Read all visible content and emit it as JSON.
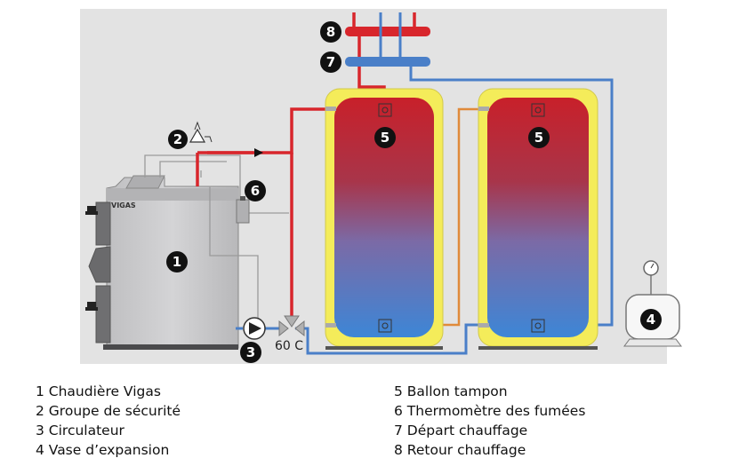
{
  "diagram": {
    "boiler_brand": "VIGAS",
    "temperature_label": "60 C",
    "markers": [
      {
        "key": "boiler",
        "num": "1"
      },
      {
        "key": "safety-group",
        "num": "2"
      },
      {
        "key": "circulator",
        "num": "3"
      },
      {
        "key": "expansion-vessel",
        "num": "4"
      },
      {
        "key": "buffer-tank-1",
        "num": "5"
      },
      {
        "key": "buffer-tank-2",
        "num": "5"
      },
      {
        "key": "flue-thermometer",
        "num": "6"
      },
      {
        "key": "supply-manifold",
        "num": "7"
      },
      {
        "key": "return-manifold",
        "num": "8"
      }
    ],
    "colors": {
      "hot_pipe": "#d8262c",
      "cold_pipe": "#4a7fc8",
      "tank_jacket": "#f4ec5a",
      "boiler_body": "#c9c9cb",
      "marker": "#111111"
    }
  },
  "legend": {
    "left": [
      "1 Chaudière Vigas",
      "2 Groupe de sécurité",
      "3 Circulateur",
      "4 Vase d’expansion"
    ],
    "right": [
      "5 Ballon tampon",
      "6 Thermomètre des fumées",
      "7 Départ chauffage",
      "8 Retour chauffage"
    ]
  }
}
